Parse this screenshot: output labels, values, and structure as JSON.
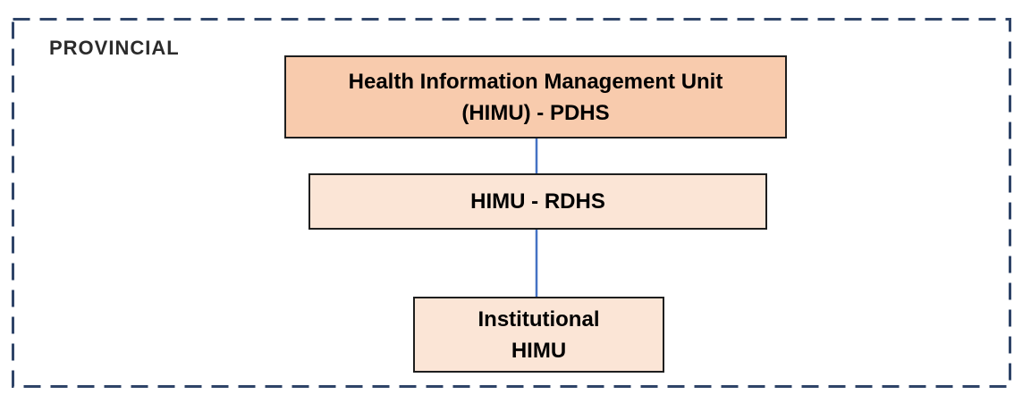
{
  "diagram": {
    "region_label": "PROVINCIAL",
    "nodes": [
      {
        "id": "himu-pdhs",
        "lines": [
          "Health Information Management Unit",
          "(HIMU) - PDHS"
        ]
      },
      {
        "id": "himu-rdhs",
        "lines": [
          "HIMU - RDHS"
        ]
      },
      {
        "id": "institutional-himu",
        "lines": [
          "Institutional",
          "HIMU"
        ]
      }
    ],
    "connectors": [
      {
        "from": "himu-pdhs",
        "to": "himu-rdhs"
      },
      {
        "from": "himu-rdhs",
        "to": "institutional-himu"
      }
    ]
  },
  "colors": {
    "node-primary-fill": "#f8cbad",
    "node-secondary-fill": "#fbe5d6",
    "node-border": "#1e1e1e",
    "connector-blue": "#4472c4",
    "boundary-navy": "#2f4468",
    "text-black": "#000000"
  }
}
